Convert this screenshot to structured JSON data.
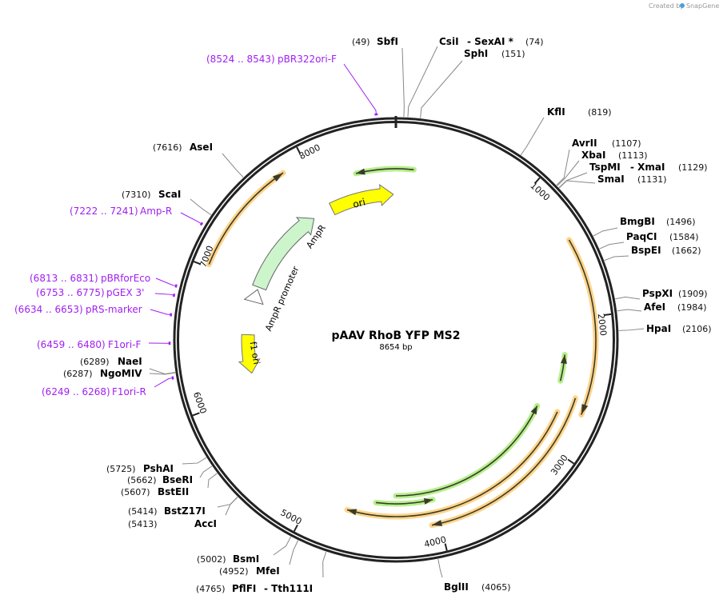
{
  "credit": {
    "created_by": "Created by",
    "brand": "SnapGene"
  },
  "plasmid": {
    "name": "pAAV RhoB YFP MS2",
    "length": "8654 bp",
    "total_bp": 8654
  },
  "colors": {
    "primer": "#a020f0",
    "orange_feature": "#f5b042",
    "green_feature": "#9be66b",
    "ori": "#ffff00",
    "ampr": "#ccf5cc",
    "backbone": "#222222"
  },
  "ticks": [
    "1000",
    "2000",
    "3000",
    "4000",
    "5000",
    "6000",
    "7000",
    "8000"
  ],
  "features": [
    {
      "label": "ori"
    },
    {
      "label": "AmpR"
    },
    {
      "label": "AmpR promoter"
    },
    {
      "label": "f1 ori"
    }
  ],
  "enzymes": [
    {
      "name": "SbfI",
      "pos": "(49)",
      "bp": 49
    },
    {
      "name": "CsiI",
      "name2": "- SexAI *",
      "pos": "(74)",
      "bp": 74
    },
    {
      "name": "SphI",
      "pos": "(151)",
      "bp": 151
    },
    {
      "name": "KflI",
      "pos": "(819)",
      "bp": 819
    },
    {
      "name": "AvrII",
      "pos": "(1107)",
      "bp": 1107
    },
    {
      "name": "XbaI",
      "pos": "(1113)",
      "bp": 1113
    },
    {
      "name": "TspMI",
      "name2": "- XmaI",
      "pos": "(1129)",
      "bp": 1129
    },
    {
      "name": "SmaI",
      "pos": "(1131)",
      "bp": 1131
    },
    {
      "name": "BmgBI",
      "pos": "(1496)",
      "bp": 1496
    },
    {
      "name": "PaqCI",
      "pos": "(1584)",
      "bp": 1584
    },
    {
      "name": "BspEI",
      "pos": "(1662)",
      "bp": 1662
    },
    {
      "name": "PspXI",
      "pos": "(1909)",
      "bp": 1909
    },
    {
      "name": "AfeI",
      "pos": "(1984)",
      "bp": 1984
    },
    {
      "name": "HpaI",
      "pos": "(2106)",
      "bp": 2106
    },
    {
      "name": "BglII",
      "pos": "(4065)",
      "bp": 4065
    },
    {
      "name": "PflFI",
      "name2": "- Tth111I",
      "pos": "(4765)",
      "bp": 4765
    },
    {
      "name": "MfeI",
      "pos": "(4952)",
      "bp": 4952
    },
    {
      "name": "BsmI",
      "pos": "(5002)",
      "bp": 5002
    },
    {
      "name": "AccI",
      "pos": "(5413)",
      "bp": 5413
    },
    {
      "name": "BstZ17I",
      "pos": "(5414)",
      "bp": 5414
    },
    {
      "name": "BstEII",
      "pos": "(5607)",
      "bp": 5607
    },
    {
      "name": "BseRI",
      "pos": "(5662)",
      "bp": 5662
    },
    {
      "name": "PshAI",
      "pos": "(5725)",
      "bp": 5725
    },
    {
      "name": "NgoMIV",
      "pos": "(6287)",
      "bp": 6287
    },
    {
      "name": "NaeI",
      "pos": "(6289)",
      "bp": 6289
    },
    {
      "name": "ScaI",
      "pos": "(7310)",
      "bp": 7310
    },
    {
      "name": "AseI",
      "pos": "(7616)",
      "bp": 7616
    }
  ],
  "primers": [
    {
      "name": "pBR322ori-F",
      "range": "(8524 .. 8543)",
      "bp": 8534
    },
    {
      "name": "Amp-R",
      "range": "(7222 .. 7241)",
      "bp": 7232
    },
    {
      "name": "pBRforEco",
      "range": "(6813 .. 6831)",
      "bp": 6822
    },
    {
      "name": "pGEX 3'",
      "range": "(6753 .. 6775)",
      "bp": 6764
    },
    {
      "name": "pRS-marker",
      "range": "(6634 .. 6653)",
      "bp": 6644
    },
    {
      "name": "F1ori-F",
      "range": "(6459 .. 6480)",
      "bp": 6470
    },
    {
      "name": "F1ori-R",
      "range": "(6249 .. 6268)",
      "bp": 6258
    }
  ]
}
